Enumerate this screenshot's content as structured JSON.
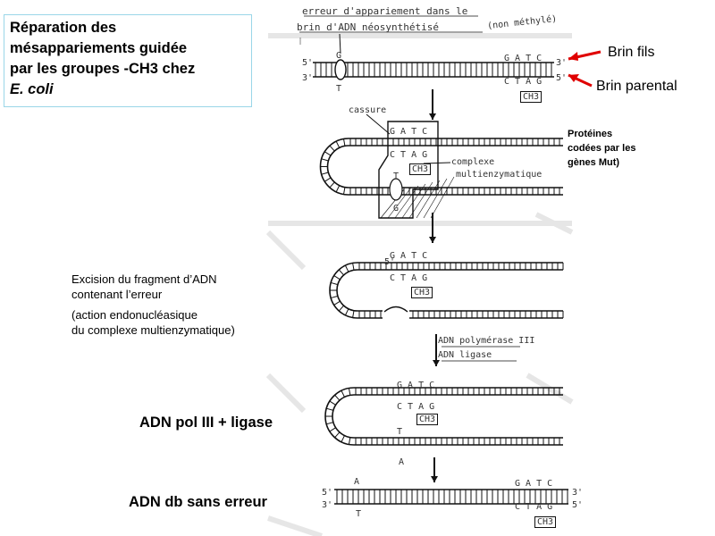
{
  "title": {
    "line1": "Réparation des",
    "line2": "mésappariements guidée",
    "line3": "par les groupes -CH3 chez",
    "line4": "E. coli"
  },
  "labels": {
    "brin_fils": "Brin fils",
    "brin_parental": "Brin parental",
    "proteines": [
      "Protéines",
      "codées par les",
      "gènes Mut)"
    ],
    "excision": [
      "Excision du fragment d’ADN",
      "contenant l’erreur",
      "(action endonucléasique",
      "du complexe multienzymatique)"
    ],
    "pol_ligase": "ADN pol III + ligase",
    "sans_erreur": "ADN db sans erreur"
  },
  "handwritten": {
    "erreur_line1": "erreur d'appariement dans le",
    "erreur_line2": "brin d'ADN néosynthétisé",
    "non_methyle": "(non méthylé)",
    "cassure": "cassure",
    "complexe_line1": "complexe",
    "complexe_line2": "multienzymatique",
    "enzyme_line1": "ADN polymérase III",
    "enzyme_line2": "ADN ligase",
    "gatc": "G A T C",
    "ctag": "C T A G",
    "ch3": "CH3",
    "five_prime": "5'",
    "three_prime": "3'",
    "base_G": "G",
    "base_T": "T",
    "base_A": "A",
    "base_C": "C"
  },
  "colors": {
    "arrow_red": "#e00000",
    "box_border": "#9ad6e8",
    "ink": "#111111"
  }
}
